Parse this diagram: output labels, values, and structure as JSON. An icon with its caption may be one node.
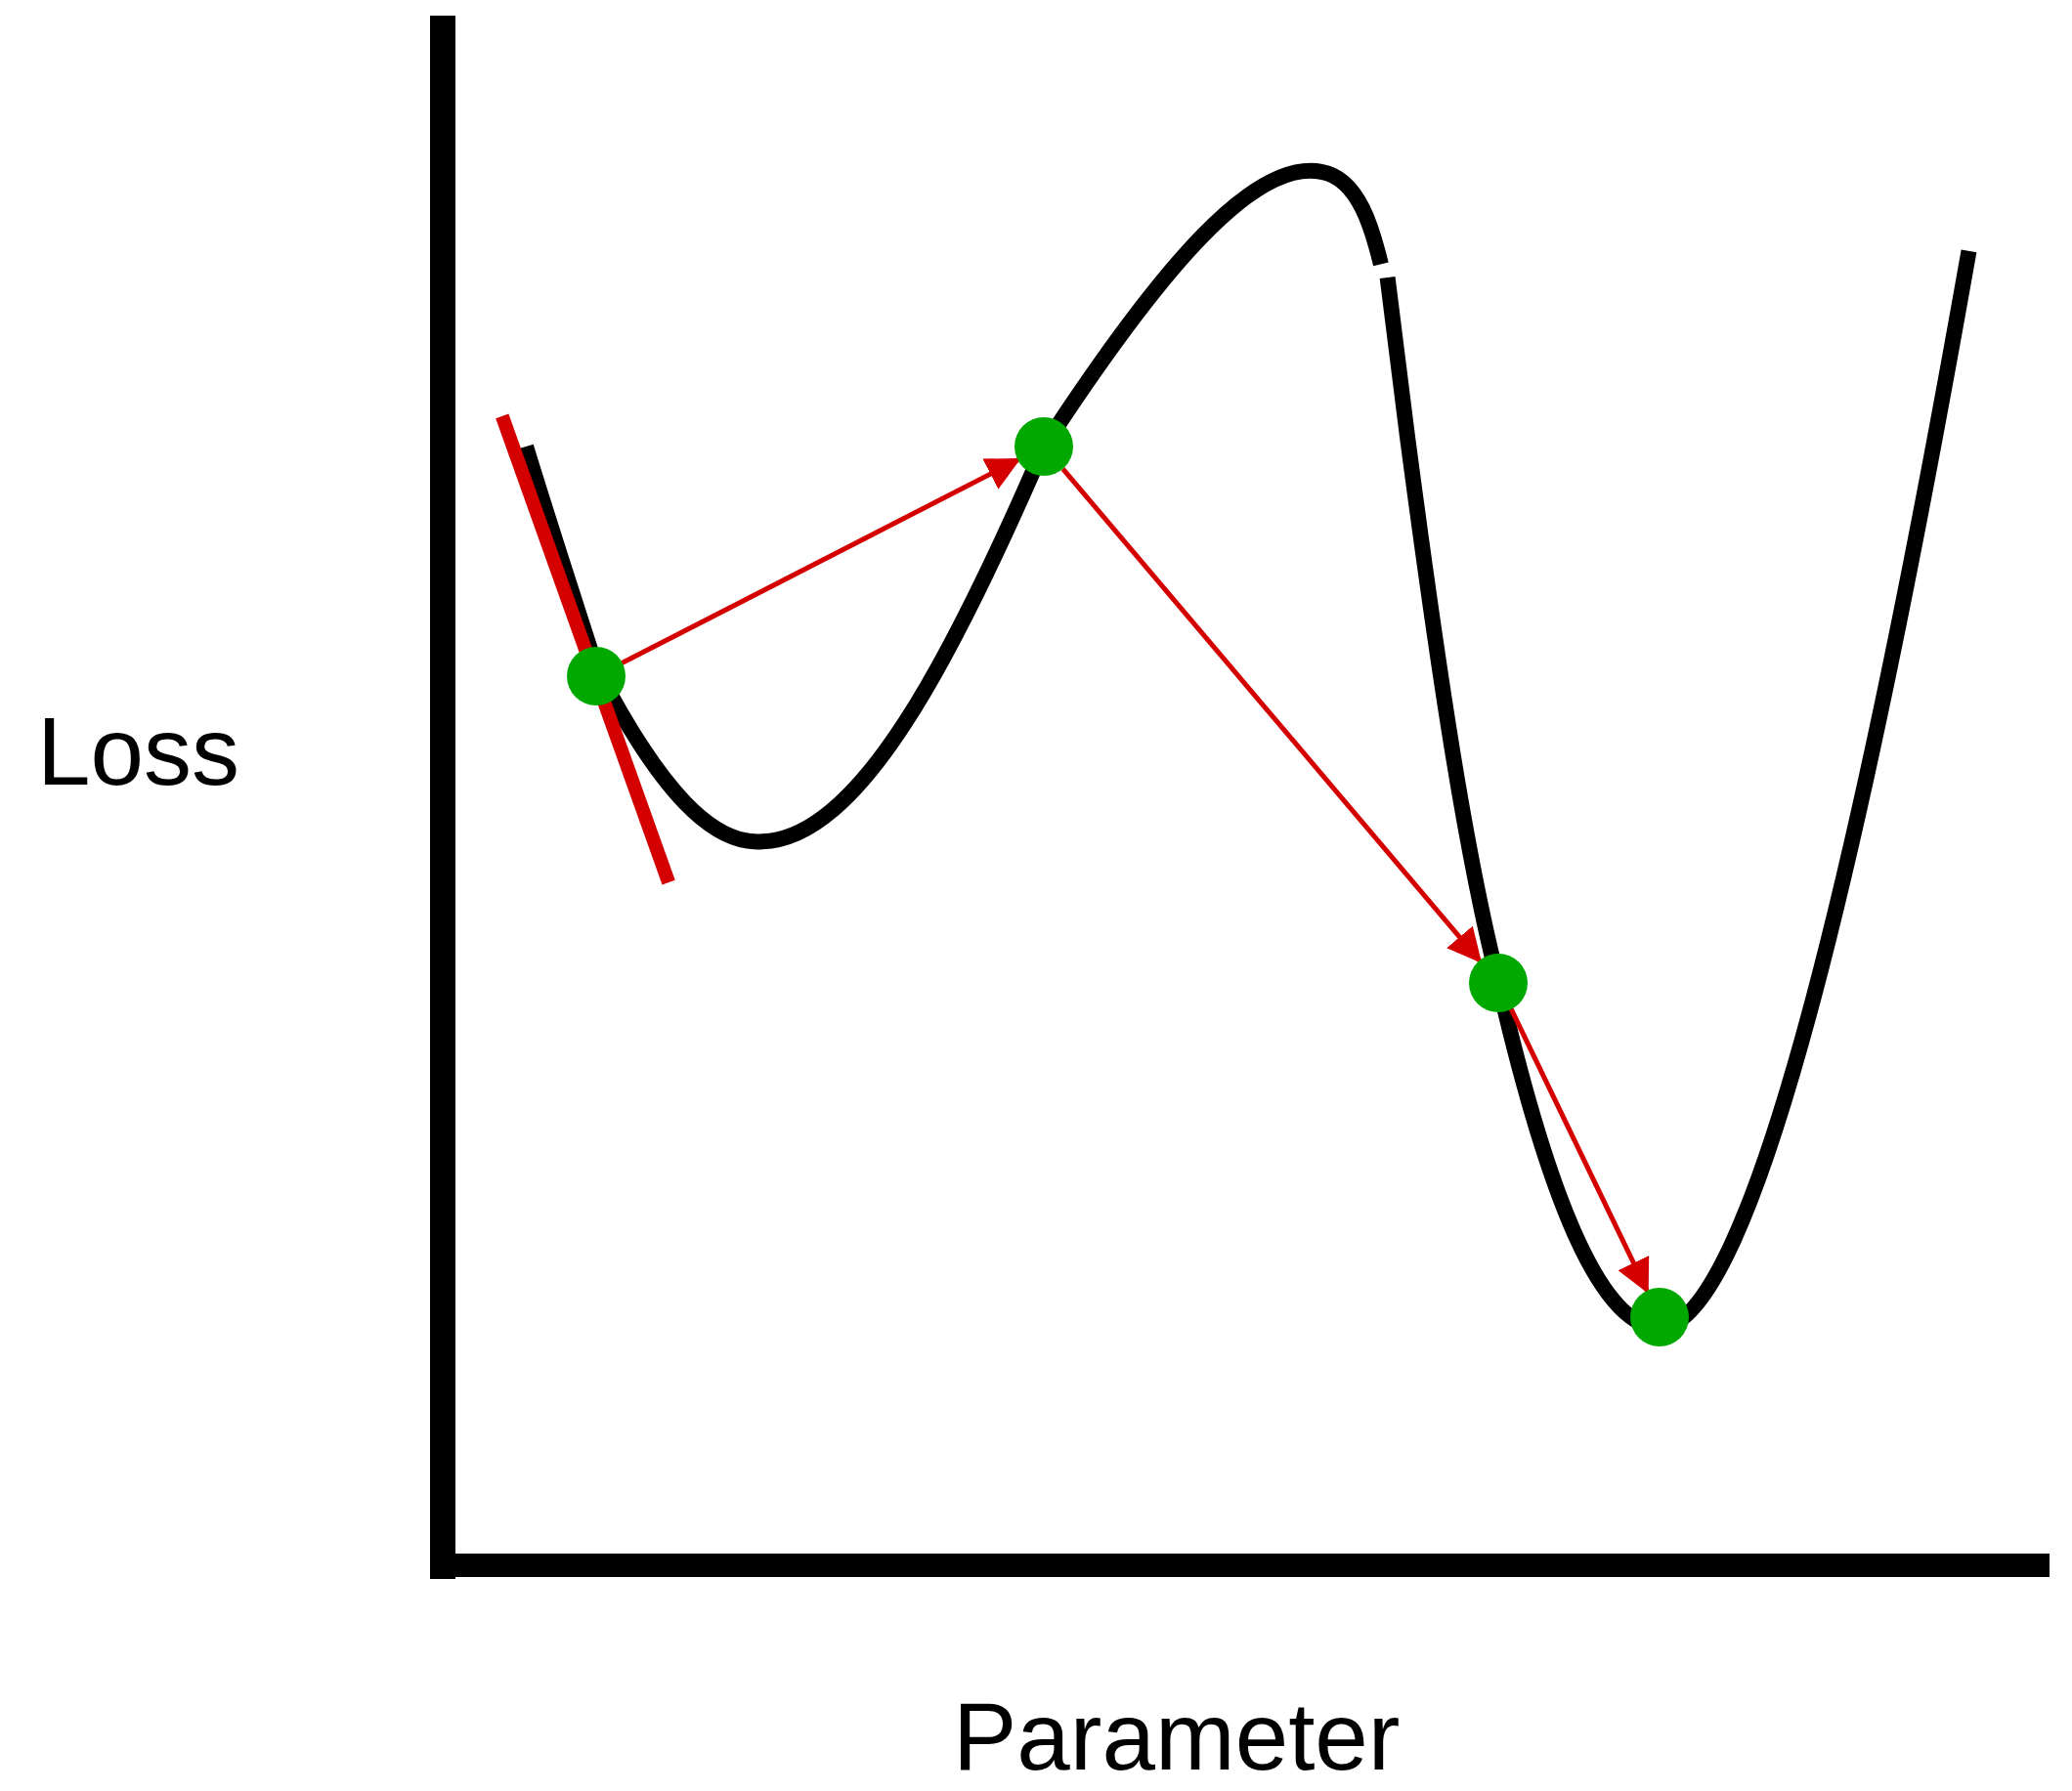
{
  "diagram": {
    "nodes": [
      {
        "text": [],
        "shape": "circle"
      },
      {
        "text": [],
        "shape": "circle"
      },
      {
        "text": [],
        "shape": "circle"
      },
      {
        "text": [],
        "shape": "circle"
      }
    ],
    "edges": [
      {
        "from": 0,
        "to": 1,
        "arrow": "to"
      },
      {
        "from": 1,
        "to": 2,
        "arrow": "to"
      },
      {
        "from": 2,
        "to": 3,
        "arrow": "to"
      }
    ],
    "labels": [
      "Loss",
      "Parameter"
    ]
  }
}
